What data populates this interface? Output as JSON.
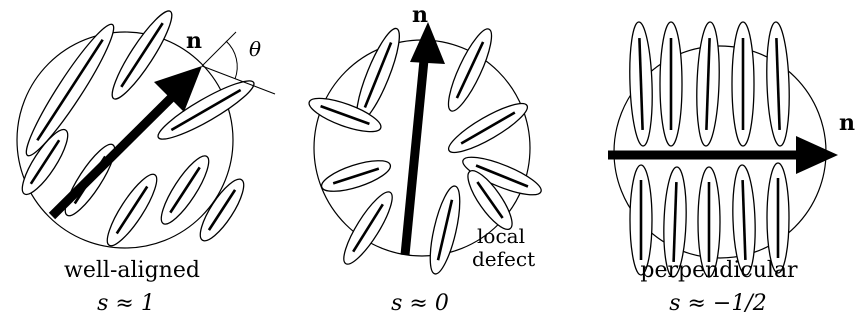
{
  "panels": [
    {
      "id": "well-aligned",
      "vector_label": "n",
      "angle_symbol": "θ",
      "caption": "well-aligned",
      "order_value": "s ≈ 1"
    },
    {
      "id": "local-defect",
      "vector_label": "n",
      "annotation_line1": "local",
      "annotation_line2": "defect",
      "order_value": "s ≈ 0"
    },
    {
      "id": "perpendicular",
      "vector_label": "n",
      "caption": "perpendicular",
      "order_value": "s ≈ −1/2"
    }
  ],
  "colors": {
    "ink": "#000000",
    "fill": "#ffffff"
  }
}
